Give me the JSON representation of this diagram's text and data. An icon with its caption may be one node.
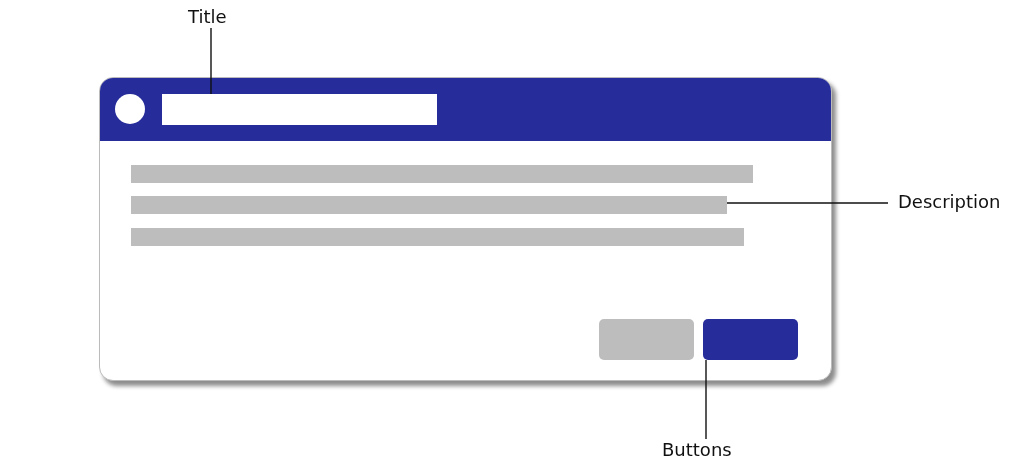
{
  "diagram": {
    "nodes": [
      {
        "text": [
          "Title"
        ]
      },
      {
        "text": [],
        "shape": "box"
      },
      {
        "text": [],
        "shape": "bar",
        "in": 1
      },
      {
        "text": [
          "Description"
        ]
      },
      {
        "text": [],
        "shape": "bar",
        "in": 1
      },
      {
        "text": [],
        "shape": "bar",
        "in": 1
      },
      {
        "text": [],
        "shape": "bar",
        "in": 1
      },
      {
        "text": [
          "Buttons"
        ]
      },
      {
        "text": [],
        "shape": "box",
        "in": 1
      },
      {
        "text": [],
        "shape": "box",
        "in": 1
      }
    ],
    "edges": [
      {
        "from": 0,
        "to": 2,
        "arrow": "none"
      },
      {
        "from": 3,
        "to": 5,
        "arrow": "none"
      },
      {
        "from": 7,
        "to": 9,
        "arrow": "none"
      }
    ]
  }
}
